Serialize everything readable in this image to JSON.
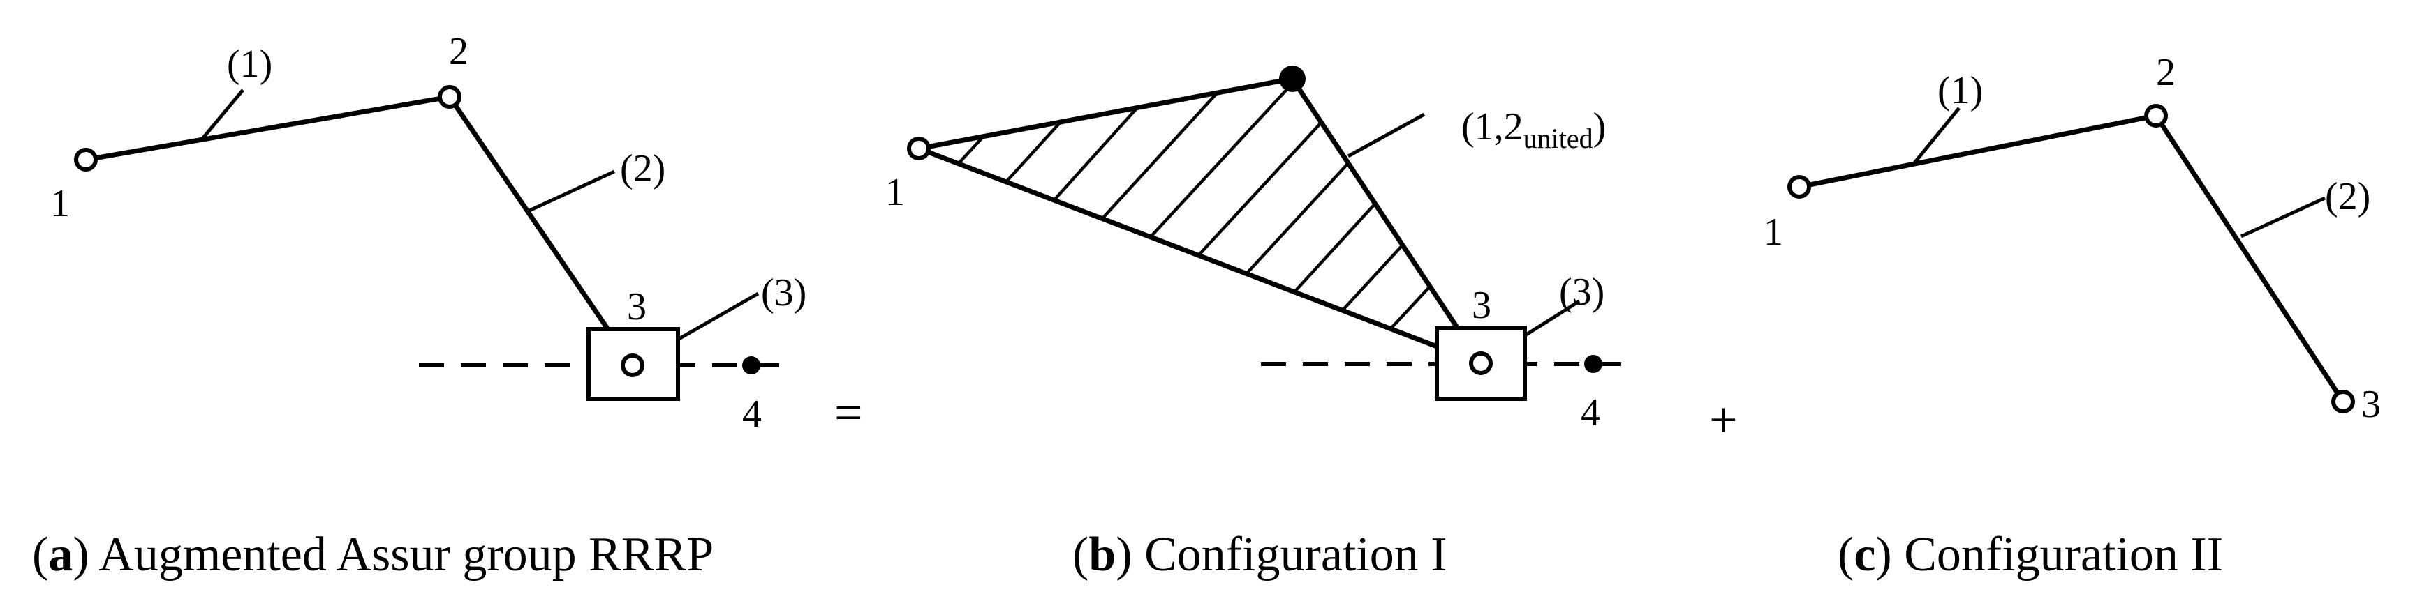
{
  "panel_a": {
    "joint_1": "1",
    "joint_2": "2",
    "joint_3": "3",
    "point_4": "4",
    "link_1": "(1)",
    "link_2": "(2)",
    "link_3": "(3)",
    "caption_letter": "a",
    "caption_text": "Augmented Assur group RRRP"
  },
  "equals_sign": "=",
  "panel_b": {
    "joint_1": "1",
    "joint_3": "3",
    "point_4": "4",
    "united_label_main": "(1,2",
    "united_label_sub": "united",
    "united_label_close": ")",
    "link_3": "(3)",
    "caption_letter": "b",
    "caption_text": "Configuration I"
  },
  "plus_sign": "+",
  "panel_c": {
    "joint_1": "1",
    "joint_2": "2",
    "joint_3": "3",
    "link_1": "(1)",
    "link_2": "(2)",
    "caption_letter": "c",
    "caption_text": "Configuration II"
  }
}
